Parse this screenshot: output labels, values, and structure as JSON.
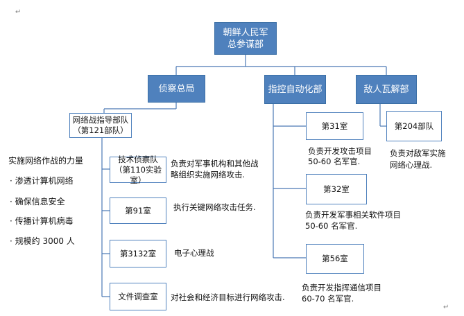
{
  "root": {
    "line1": "朝鲜人民军",
    "line2": "总参谋部"
  },
  "branches": {
    "recon": "侦察总局",
    "automation": "指控自动化部",
    "enemy": "敌人瓦解部"
  },
  "unit121": {
    "line1": "网络战指导部队",
    "line2": "（第121部队）"
  },
  "recon_units": [
    {
      "line1": "技术侦察队",
      "line2": "（第110实验室）",
      "desc1": "负责对军事机构和其他战",
      "desc2": "略组织实施网络攻击."
    },
    {
      "line1": "第91室",
      "desc1": "执行关键网络攻击任务."
    },
    {
      "line1": "第3132室",
      "desc1": "电子心理战"
    },
    {
      "line1": "文件调查室",
      "desc1": "对社会和经济目标进行网络攻击."
    }
  ],
  "auto_units": [
    {
      "label": "第31室",
      "desc1": "负责开发攻击项目",
      "desc2": "50-60 名军官."
    },
    {
      "label": "第32室",
      "desc1": "负责开发军事相关软件项目",
      "desc2": "50-60 名军官."
    },
    {
      "label": "第56室",
      "desc1": "负责开发指挥通信项目",
      "desc2": "60-70 名军官."
    }
  ],
  "enemy_unit": {
    "label": "第204部队",
    "desc1": "负责对敌军实施",
    "desc2": "网络心理战."
  },
  "left_notes": {
    "heading": "实施网络作战的力量",
    "items": [
      "· 渗透计算机网络",
      "· 确保信息安全",
      "· 传播计算机病毒",
      "· 规模约 3000 人"
    ]
  },
  "colors": {
    "box_fill": "#4f81bd",
    "line": "#4a77b4",
    "border": "#4f81bd"
  }
}
